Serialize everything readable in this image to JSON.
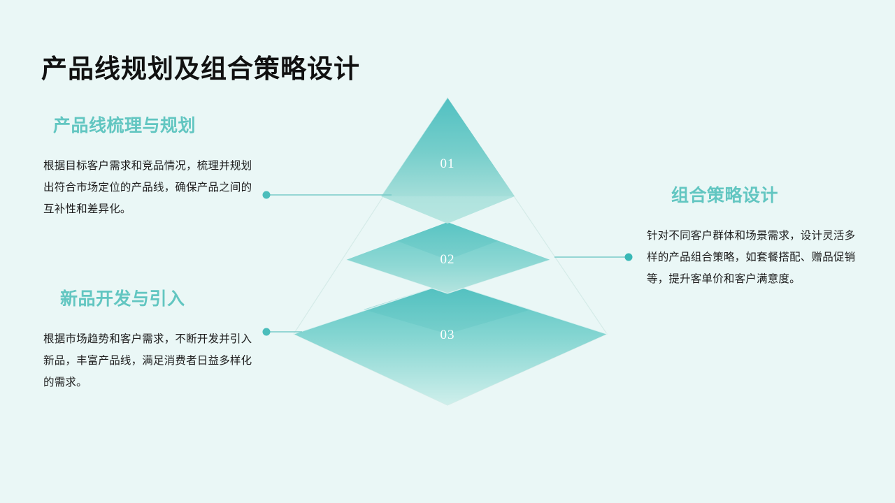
{
  "slide": {
    "title": "产品线规划及组合策略设计",
    "background_color": "#eaf7f6",
    "accent_color": "#62c6c1",
    "heading_color": "#62c6c1",
    "body_color": "#1d1d1d",
    "title_color": "#111111"
  },
  "diagram": {
    "type": "layered-pyramid",
    "layers": [
      {
        "number": "01",
        "shape": "pyramid-apex",
        "fill_top": "#55c2c2",
        "fill_bottom": "#9fdcd8"
      },
      {
        "number": "02",
        "shape": "diamond",
        "fill_top": "#62c8c6",
        "fill_bottom": "#a9e0dc"
      },
      {
        "number": "03",
        "shape": "diamond",
        "fill_top": "#5cc5c4",
        "fill_bottom": "#cdeeea"
      }
    ],
    "connectors": [
      {
        "label": "connector-01",
        "side": "left",
        "dot_color": "#4bbdbb"
      },
      {
        "label": "connector-02",
        "side": "right",
        "dot_color": "#39b8b6"
      },
      {
        "label": "connector-03",
        "side": "left",
        "dot_color": "#4bbdbb"
      }
    ]
  },
  "blocks": [
    {
      "id": "product-line-planning",
      "heading": "产品线梳理与规划",
      "body": "根据目标客户需求和竞品情况，梳理并规划出符合市场定位的产品线，确保产品之间的互补性和差异化。"
    },
    {
      "id": "new-product-development",
      "heading": "新品开发与引入",
      "body": "根据市场趋势和客户需求，不断开发并引入新品，丰富产品线，满足消费者日益多样化的需求。"
    },
    {
      "id": "portfolio-strategy-design",
      "heading": "组合策略设计",
      "body": "针对不同客户群体和场景需求，设计灵活多样的产品组合策略，如套餐搭配、赠品促销等，提升客单价和客户满意度。"
    }
  ]
}
